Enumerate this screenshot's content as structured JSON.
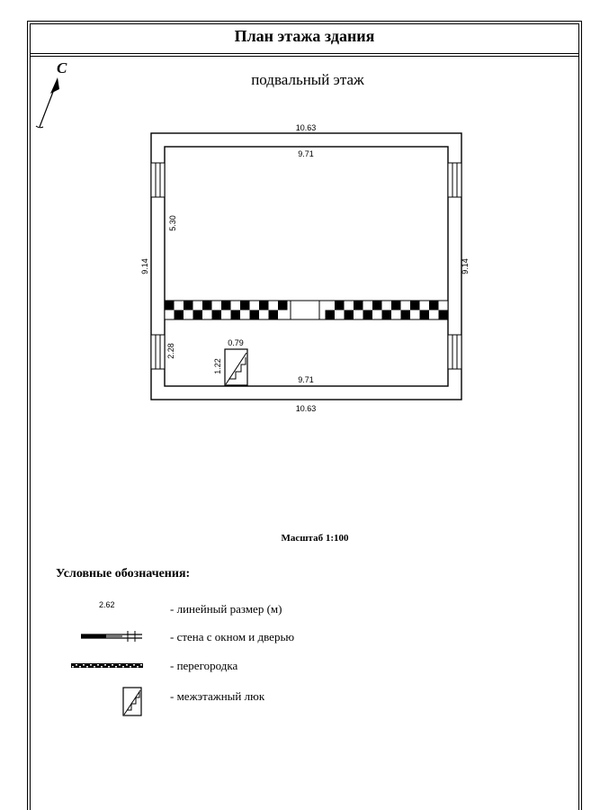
{
  "page": {
    "title": "План этажа здания",
    "floor_name": "подвальный этаж",
    "north_label": "С",
    "scale": "Масштаб 1:100"
  },
  "plan": {
    "outer_top": "10.63",
    "outer_bottom": "10.63",
    "inner_top": "9.71",
    "inner_bottom": "9.71",
    "outer_left": "9.14",
    "outer_right": "9.14",
    "room1_height": "5.30",
    "room2_height": "2.28",
    "hatch_width": "0.79",
    "hatch_height": "1.22"
  },
  "legend": {
    "title": "Условные обозначения:",
    "items": [
      {
        "sample": "2.62",
        "text": "- линейный размер (м)"
      },
      {
        "text": "- стена с окном и дверью"
      },
      {
        "text": "- перегородка"
      },
      {
        "text": "- межэтажный люк"
      }
    ]
  }
}
